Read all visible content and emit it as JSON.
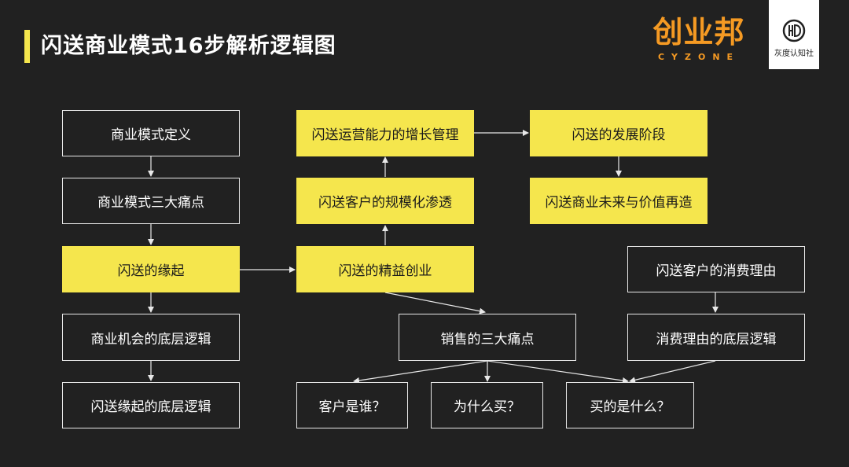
{
  "title": "闪送商业模式16步解析逻辑图",
  "logos": {
    "cyzone_cn": "创业邦",
    "cyzone_en": "CYZONE",
    "hd_text": "灰度认知社"
  },
  "colors": {
    "background": "#212121",
    "highlight": "#f5e64d",
    "brand_orange": "#f59a23",
    "line": "#e8e8e8"
  },
  "nodes": {
    "n1": "商业模式定义",
    "n2": "商业模式三大痛点",
    "n3": "闪送的缘起",
    "n4": "商业机会的底层逻辑",
    "n5": "闪送缘起的底层逻辑",
    "n6": "闪送的精益创业",
    "n7": "闪送客户的规模化渗透",
    "n8": "闪送运营能力的增长管理",
    "n9": "闪送的发展阶段",
    "n10": "闪送商业未来与价值再造",
    "n11": "销售的三大痛点",
    "n12": "客户是谁？",
    "n13": "为什么买？",
    "n14": "买的是什么？",
    "n15": "闪送客户的消费理由",
    "n16": "消费理由的底层逻辑"
  }
}
